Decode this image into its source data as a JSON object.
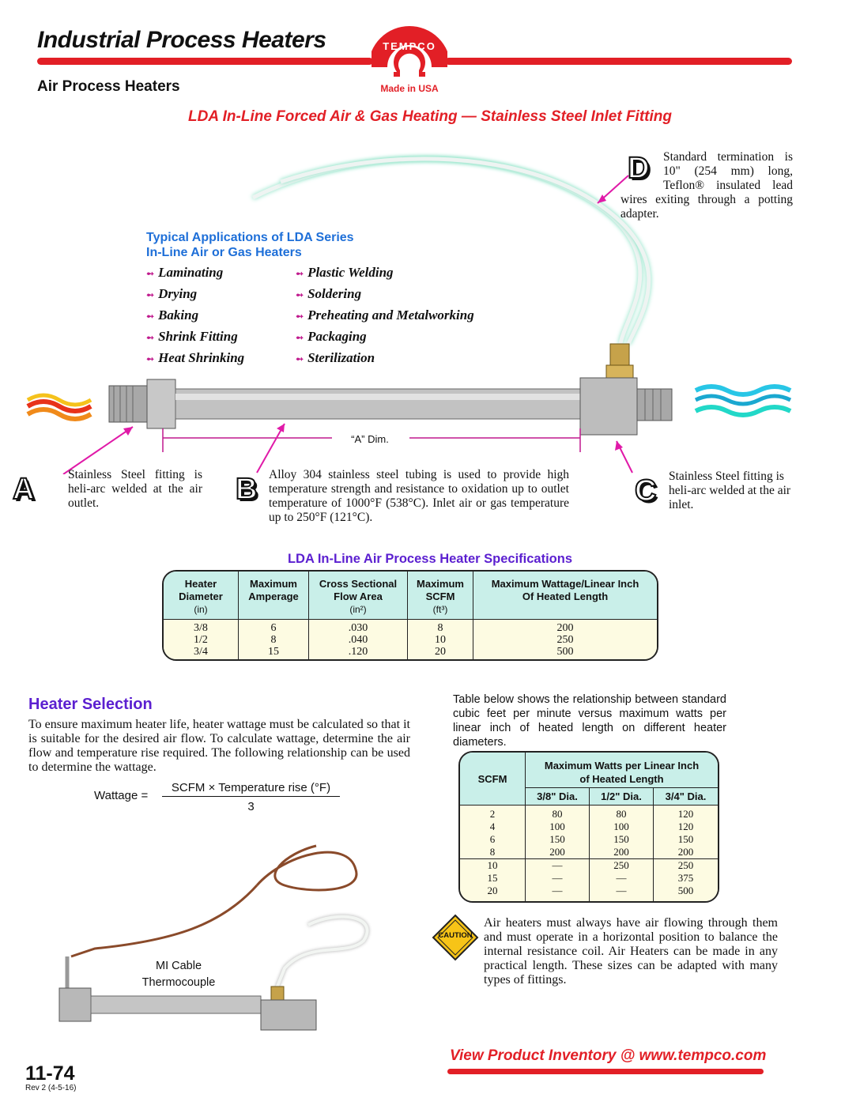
{
  "header": {
    "title": "Industrial Process Heaters",
    "subtitle": "Air Process Heaters",
    "logo_brand": "TEMPCO",
    "logo_tagline": "Made in USA",
    "product_heading": "LDA In-Line Forced Air & Gas Heating — Stainless Steel Inlet Fitting"
  },
  "callouts": {
    "d_letter": "D",
    "d_text": "Standard termination is 10\" (254 mm) long, Teflon® insulated lead wires exiting through a potting adapter.",
    "a_letter": "A",
    "a_text": "Stainless Steel fitting is heli-arc welded at the air outlet.",
    "b_letter": "B",
    "b_text": "Alloy 304 stainless steel tubing is used to provide high temperature strength and resistance to oxidation up to outlet temperature of 1000°F (538°C). Inlet air or gas temperature up to 250°F (121°C).",
    "c_letter": "C",
    "c_text": "Stainless Steel fitting is heli-arc welded at the air inlet.",
    "dim_label": "“A” Dim."
  },
  "applications": {
    "title_line1": "Typical Applications of LDA Series",
    "title_line2": "In-Line Air or Gas Heaters",
    "col1": [
      "Laminating",
      "Drying",
      "Baking",
      "Shrink Fitting",
      "Heat Shrinking"
    ],
    "col2": [
      "Plastic Welding",
      "Soldering",
      "Preheating and Metalworking",
      "Packaging",
      "Sterilization"
    ]
  },
  "spec_table": {
    "title": "LDA In-Line Air Process Heater Specifications",
    "headers": [
      {
        "line1": "Heater",
        "line2": "Diameter",
        "unit": "(in)"
      },
      {
        "line1": "Maximum",
        "line2": "Amperage",
        "unit": ""
      },
      {
        "line1": "Cross Sectional",
        "line2": "Flow Area",
        "unit": "(in²)"
      },
      {
        "line1": "Maximum",
        "line2": "SCFM",
        "unit": "(ft³)"
      },
      {
        "line1": "Maximum Wattage/Linear Inch",
        "line2": "Of Heated Length",
        "unit": ""
      }
    ],
    "rows": [
      [
        "3/8",
        "6",
        ".030",
        "8",
        "200"
      ],
      [
        "1/2",
        "8",
        ".040",
        "10",
        "250"
      ],
      [
        "3/4",
        "15",
        ".120",
        "20",
        "500"
      ]
    ]
  },
  "selection": {
    "title": "Heater Selection",
    "body": "To ensure maximum heater life, heater wattage must be calculated so that it is suitable for the desired air flow. To calculate wattage, determine the air flow and temperature rise required. The following relationship can be used to determine the wattage.",
    "formula_lhs": "Wattage  =",
    "formula_num": "SCFM  ×  Temperature rise (°F)",
    "formula_den": "3",
    "thermo_label_line1": "MI Cable",
    "thermo_label_line2": "Thermocouple"
  },
  "watt_table": {
    "intro": "Table below shows the relationship between standard cubic feet per minute versus maximum watts per linear inch of heated length on different heater diameters.",
    "col_scfm": "SCFM",
    "group_header_line1": "Maximum Watts per Linear Inch",
    "group_header_line2": "of Heated Length",
    "sub_headers": [
      "3/8\" Dia.",
      "1/2\" Dia.",
      "3/4\" Dia."
    ],
    "group1": [
      [
        "2",
        "80",
        "80",
        "120"
      ],
      [
        "4",
        "100",
        "100",
        "120"
      ],
      [
        "6",
        "150",
        "150",
        "150"
      ],
      [
        "8",
        "200",
        "200",
        "200"
      ]
    ],
    "group2": [
      [
        "10",
        "—",
        "250",
        "250"
      ],
      [
        "15",
        "—",
        "—",
        "375"
      ],
      [
        "20",
        "—",
        "—",
        "500"
      ]
    ]
  },
  "caution": {
    "badge": "CAUTION",
    "text": "Air heaters must always have air flowing through them and must operate in a horizontal position to balance the internal resistance coil. Air Heaters can be made in any practical length. These sizes can be adapted with many types of fittings."
  },
  "footer": {
    "link": "View Product Inventory @ www.tempco.com",
    "page": "11-74",
    "rev": "Rev 2 (4-5-16)"
  }
}
